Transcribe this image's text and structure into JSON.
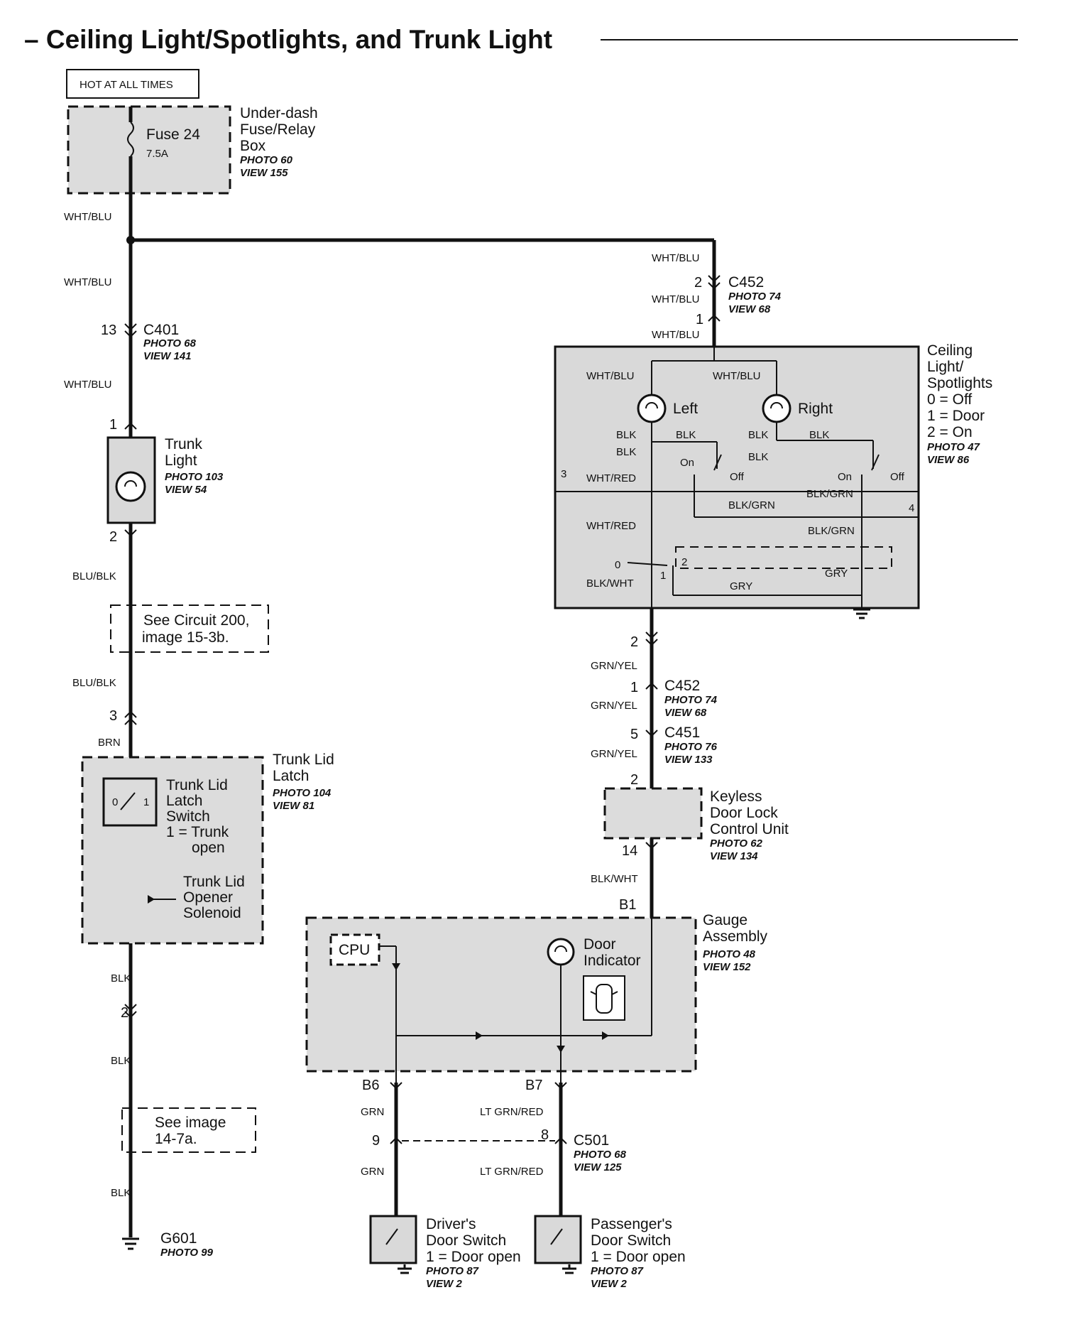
{
  "title": "– Ceiling Light/Spotlights, and Trunk Light",
  "hot_label": "HOT AT ALL TIMES",
  "fuse_box": {
    "fuse": "Fuse 24",
    "rating": "7.5A",
    "label_lines": [
      "Under-dash",
      "Fuse/Relay",
      "Box"
    ],
    "photo": "PHOTO 60",
    "view": "VIEW 155"
  },
  "wires": {
    "wht_blu": "WHT/BLU",
    "blu_blk": "BLU/BLK",
    "brn": "BRN",
    "blk": "BLK",
    "grn_yel": "GRN/YEL",
    "blk_wht": "BLK/WHT",
    "grn": "GRN",
    "lt_grn_red": "LT GRN/RED",
    "wht_red": "WHT/RED",
    "blk_grn": "BLK/GRN",
    "gry": "GRY"
  },
  "connectors": {
    "c401": {
      "name": "C401",
      "photo": "PHOTO 68",
      "view": "VIEW 141",
      "pin": "13"
    },
    "c452_top": {
      "name": "C452",
      "photo": "PHOTO 74",
      "view": "VIEW 68",
      "pin_a": "2",
      "pin_b": "1"
    },
    "c452_bot": {
      "name": "C452",
      "photo": "PHOTO 74",
      "view": "VIEW 68",
      "pin_a": "2",
      "pin_b": "1"
    },
    "c451": {
      "name": "C451",
      "photo": "PHOTO 76",
      "view": "VIEW 133",
      "pin_a": "5",
      "pin_b": "2"
    },
    "c501": {
      "name": "C501",
      "photo": "PHOTO 68",
      "view": "VIEW 125",
      "pin_a": "9",
      "pin_b": "8"
    }
  },
  "trunk_light": {
    "label_lines": [
      "Trunk",
      "Light"
    ],
    "photo": "PHOTO 103",
    "view": "VIEW 54",
    "pin_in": "1",
    "pin_out": "2"
  },
  "see_circuit": {
    "lines": [
      "See Circuit 200,",
      "image 15-3b."
    ]
  },
  "see_image": {
    "lines": [
      "See image",
      "14-7a."
    ]
  },
  "trunk_latch": {
    "pin": "3",
    "label_lines": [
      "Trunk Lid",
      "Latch"
    ],
    "photo": "PHOTO 104",
    "view": "VIEW 81",
    "switch_lines": [
      "Trunk Lid",
      "Latch",
      "Switch",
      "1 = Trunk",
      "open"
    ],
    "solenoid_lines": [
      "Trunk Lid",
      "Opener",
      "Solenoid"
    ],
    "pos0": "0",
    "pos1": "1",
    "pin_out": "2"
  },
  "ground": {
    "name": "G601",
    "photo": "PHOTO 99"
  },
  "ceiling": {
    "label_lines": [
      "Ceiling",
      "Light/",
      "Spotlights",
      "0 = Off",
      "1 = Door",
      "2 = On"
    ],
    "photo": "PHOTO 47",
    "view": "VIEW 86",
    "left": "Left",
    "right": "Right",
    "on": "On",
    "off": "Off",
    "pin3": "3",
    "pin4": "4",
    "sw0": "0",
    "sw1": "1",
    "sw2": "2"
  },
  "keyless": {
    "label_lines": [
      "Keyless",
      "Door Lock",
      "Control Unit"
    ],
    "photo": "PHOTO 62",
    "view": "VIEW 134",
    "pin_out": "14"
  },
  "gauge": {
    "label_lines": [
      "Gauge",
      "Assembly"
    ],
    "photo": "PHOTO 48",
    "view": "VIEW 152",
    "cpu": "CPU",
    "indicator_lines": [
      "Door",
      "Indicator"
    ],
    "pin_b1": "B1",
    "pin_b6": "B6",
    "pin_b7": "B7"
  },
  "driver_switch": {
    "label_lines": [
      "Driver's",
      "Door Switch",
      "1 = Door open"
    ],
    "photo": "PHOTO 87",
    "view": "VIEW 2"
  },
  "passenger_switch": {
    "label_lines": [
      "Passenger's",
      "Door Switch",
      "1 = Door open"
    ],
    "photo": "PHOTO 87",
    "view": "VIEW 2"
  }
}
